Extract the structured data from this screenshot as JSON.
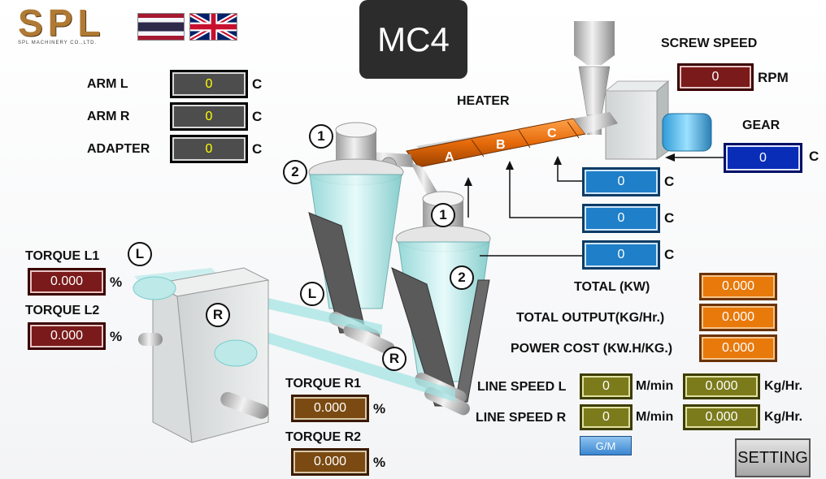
{
  "logo": {
    "text": "SPL",
    "subtext": "SPL MACHINERY CO.,LTD."
  },
  "flags": {
    "thai": "thai-flag-icon",
    "uk": "uk-flag-icon"
  },
  "title": "MC4",
  "screw_speed": {
    "label": "SCREW SPEED",
    "value": "0",
    "unit": "RPM"
  },
  "gear": {
    "label": "GEAR",
    "value": "0",
    "unit": "C"
  },
  "heater": {
    "label": "HEATER",
    "zones": [
      "A",
      "B",
      "C"
    ],
    "temps": [
      {
        "value": "0",
        "unit": "C"
      },
      {
        "value": "0",
        "unit": "C"
      },
      {
        "value": "0",
        "unit": "C"
      }
    ]
  },
  "arm_l": {
    "label": "ARM L",
    "value": "0",
    "unit": "C"
  },
  "arm_r": {
    "label": "ARM R",
    "value": "0",
    "unit": "C"
  },
  "adapter": {
    "label": "ADAPTER",
    "value": "0",
    "unit": "C"
  },
  "torque_l1": {
    "label": "TORQUE L1",
    "value": "0.000",
    "unit": "%"
  },
  "torque_l2": {
    "label": "TORQUE L2",
    "value": "0.000",
    "unit": "%"
  },
  "torque_r1": {
    "label": "TORQUE R1",
    "value": "0.000",
    "unit": "%"
  },
  "torque_r2": {
    "label": "TORQUE R2",
    "value": "0.000",
    "unit": "%"
  },
  "total_kw": {
    "label": "TOTAL (KW)",
    "value": "0.000"
  },
  "total_output": {
    "label": "TOTAL OUTPUT(KG/Hr.)",
    "value": "0.000"
  },
  "power_cost": {
    "label": "POWER COST (KW.H/KG.)",
    "value": "0.000"
  },
  "line_speed_l": {
    "label": "LINE SPEED L",
    "speed": "0",
    "speed_unit": "M/min",
    "rate": "0.000",
    "rate_unit": "Kg/Hr."
  },
  "line_speed_r": {
    "label": "LINE SPEED R",
    "speed": "0",
    "speed_unit": "M/min",
    "rate": "0.000",
    "rate_unit": "Kg/Hr."
  },
  "markers": {
    "one": "1",
    "two": "2",
    "left": "L",
    "right": "R"
  },
  "buttons": {
    "gm": "G/M",
    "setting": "SETTING"
  }
}
